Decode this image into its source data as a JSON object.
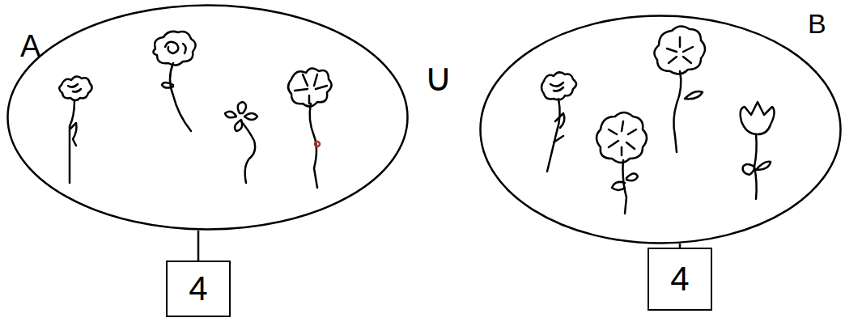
{
  "diagram": {
    "nodes": [
      {
        "text": [
          "A"
        ]
      },
      {
        "text": [
          "4"
        ]
      },
      {
        "text": [
          "B"
        ]
      },
      {
        "text": [
          "4"
        ]
      }
    ],
    "edges": [
      {
        "from": 0,
        "to": 1,
        "arrow": "none"
      },
      {
        "from": 2,
        "to": 3,
        "arrow": "none"
      }
    ],
    "labels": [
      "∪"
    ]
  }
}
